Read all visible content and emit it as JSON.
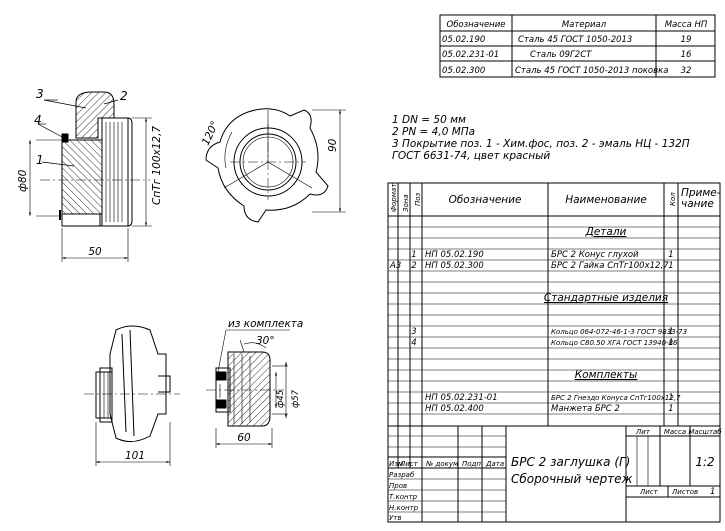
{
  "material_table": {
    "headers": [
      "Обозначение",
      "Материал",
      "Масса НП"
    ],
    "rows": [
      {
        "designation": "05.02.190",
        "material": "Сталь 45 ГОСТ 1050-2013",
        "mass": "19"
      },
      {
        "designation": "05.02.231-01",
        "material": "Сталь 09Г2СТ",
        "mass": "16"
      },
      {
        "designation": "05.02.300",
        "material": "Сталь 45 ГОСТ 1050-2013 поковка",
        "mass": "32"
      }
    ]
  },
  "notes": [
    "1 DN = 50 мм",
    "2 PN = 4,0 МПа",
    "3 Покрытие поз. 1 - Хим.фос, поз. 2 - эмаль НЦ - 132П",
    "ГОСТ 6631-74, цвет красный"
  ],
  "views": {
    "section": {
      "callouts": [
        "3",
        "2",
        "4",
        "1"
      ],
      "dim_diameter": "ф80",
      "dim_thread": "СпТг 100х12,7",
      "dim_length": "50"
    },
    "front": {
      "dim_angle": "120°",
      "dim_height": "90"
    },
    "side": {
      "dim_length": "101"
    },
    "seal": {
      "caption": "из комплекта",
      "dim_angle": "30°",
      "dim_d1": "ф45",
      "dim_d2": "ф57",
      "dim_length": "60"
    }
  },
  "spec": {
    "col_format": "Формат",
    "col_zone": "Зона",
    "col_pos": "Поз",
    "col_designation": "Обозначение",
    "col_name": "Наименование",
    "col_qty": "Кол",
    "col_note": "Приме-\nчание",
    "sections": {
      "details": "Детали",
      "standard": "Стандартные изделия",
      "kits": "Комплекты"
    },
    "rows": [
      {
        "format": "",
        "pos": "1",
        "designation": "НП 05.02.190",
        "name": "БРС 2 Конус глухой",
        "qty": "1"
      },
      {
        "format": "А3",
        "pos": "2",
        "designation": "НП 05.02.300",
        "name": "БРС 2 Гайка СпТг100х12,7",
        "qty": "1"
      },
      {
        "format": "",
        "pos": "3",
        "designation": "",
        "name": "Кольцо 064-072-46-1-3 ГОСТ 9833-73",
        "qty": "1"
      },
      {
        "format": "",
        "pos": "4",
        "designation": "",
        "name": "Кольцо С80.50 ХГА ГОСТ 13940-86",
        "qty": "1"
      },
      {
        "format": "",
        "pos": "",
        "designation": "НП 05.02.231-01",
        "name": "БРС 2 Гнездо Конуса СпТг100х12,7",
        "qty": "1"
      },
      {
        "format": "",
        "pos": "",
        "designation": "НП 05.02.400",
        "name": "Манжета БРС 2",
        "qty": "1"
      }
    ]
  },
  "title_block": {
    "title_line1": "БРС 2 заглушка (Г)",
    "title_line2": "Сборочный чертеж",
    "lit": "Лит",
    "mass": "Масса",
    "scale": "Масштаб",
    "scale_value": "1:2",
    "sheet": "Лист",
    "sheets": "Листов",
    "sheets_value": "1",
    "row_labels": {
      "izm": "Изм",
      "list": "Лист",
      "doc": "№ докум",
      "sign": "Подп",
      "date": "Дата",
      "razrab": "Разраб",
      "prov": "Пров",
      "tkontr": "Т.контр",
      "nkontr": "Н.контр",
      "utv": "Утв"
    }
  }
}
